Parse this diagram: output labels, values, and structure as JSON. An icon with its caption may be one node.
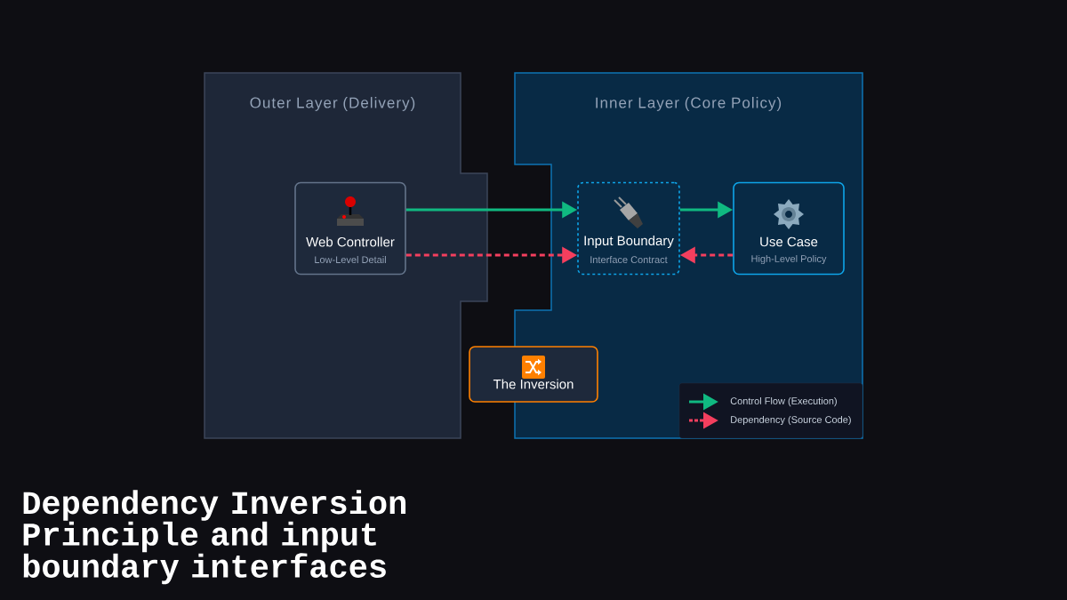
{
  "diagram": {
    "title": "Dependency Inversion Principle and input boundary interfaces",
    "nodes": [
      {
        "text": [
          "Outer Layer (Delivery)"
        ]
      },
      {
        "text": [
          "Web Controller",
          "Low-Level Detail"
        ],
        "in": 0
      },
      {
        "text": [
          "Inner Layer (Core Policy)"
        ]
      },
      {
        "text": [
          "Input Boundary",
          "Interface Contract"
        ],
        "in": 2
      },
      {
        "text": [
          "Use Case",
          "High-Level Policy"
        ],
        "in": 2
      },
      {
        "text": [
          "The Inversion"
        ]
      }
    ],
    "edges": [
      {
        "from": 1,
        "to": 3,
        "arrow": "to",
        "color": "#10b981"
      },
      {
        "from": 1,
        "to": 3,
        "arrow": "to",
        "style": "dashed",
        "color": "#f43f5e"
      },
      {
        "from": 3,
        "to": 4,
        "arrow": "to",
        "color": "#10b981"
      },
      {
        "from": 4,
        "to": 3,
        "arrow": "to",
        "style": "dashed",
        "color": "#f43f5e"
      }
    ],
    "legend": [
      {
        "text": "Control Flow (Execution)"
      },
      {
        "text": "Dependency (Source Code)"
      }
    ]
  }
}
